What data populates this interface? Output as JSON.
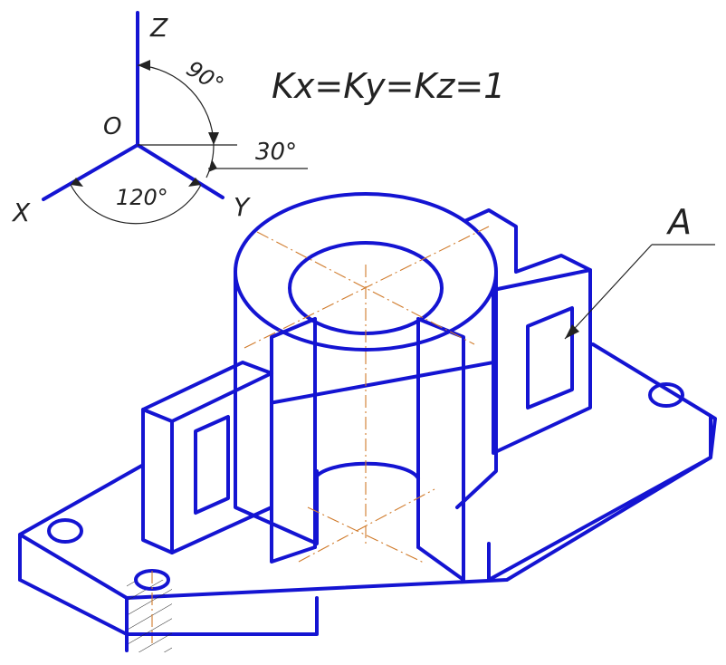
{
  "axes": {
    "z_label": "Z",
    "x_label": "X",
    "y_label": "Y",
    "origin_label": "O"
  },
  "angles": {
    "angle_90": "90°",
    "angle_30": "30°",
    "angle_120": "120°"
  },
  "coefficients_label": "Kx=Ky=Kz=1",
  "view_label": "A",
  "colors": {
    "outline": "#1414d2",
    "axis_lines": "#d07a2a",
    "text": "#222222",
    "background": "#ffffff"
  }
}
